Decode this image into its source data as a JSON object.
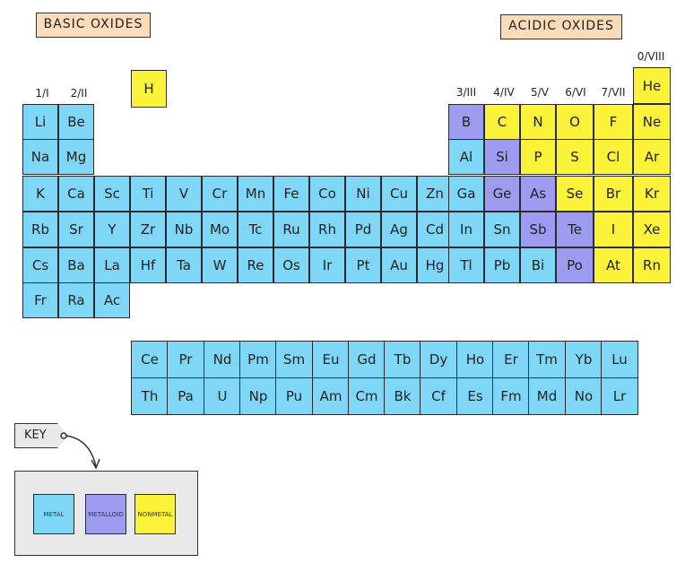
{
  "labels": {
    "basic": "BASIC OXIDES",
    "acidic": "ACIDIC OXIDES"
  },
  "groups": [
    "1/I",
    "2/II",
    "3/III",
    "4/IV",
    "5/V",
    "6/VI",
    "7/VII",
    "0/VIII"
  ],
  "main_table": [
    [
      {
        "s": "H",
        "t": "nonmetal"
      }
    ],
    [
      {
        "s": "Li",
        "t": "metal"
      },
      {
        "s": "Be",
        "t": "metal"
      },
      {
        "s": "B",
        "t": "metalloid"
      },
      {
        "s": "C",
        "t": "nonmetal"
      },
      {
        "s": "N",
        "t": "nonmetal"
      },
      {
        "s": "O",
        "t": "nonmetal"
      },
      {
        "s": "F",
        "t": "nonmetal"
      },
      {
        "s": "Ne",
        "t": "nonmetal"
      }
    ],
    [
      {
        "s": "Na",
        "t": "metal"
      },
      {
        "s": "Mg",
        "t": "metal"
      },
      {
        "s": "Al",
        "t": "metal"
      },
      {
        "s": "Si",
        "t": "metalloid"
      },
      {
        "s": "P",
        "t": "nonmetal"
      },
      {
        "s": "S",
        "t": "nonmetal"
      },
      {
        "s": "Cl",
        "t": "nonmetal"
      },
      {
        "s": "Ar",
        "t": "nonmetal"
      }
    ],
    [
      {
        "s": "K",
        "t": "metal"
      },
      {
        "s": "Ca",
        "t": "metal"
      },
      {
        "s": "Sc",
        "t": "metal"
      },
      {
        "s": "Ti",
        "t": "metal"
      },
      {
        "s": "V",
        "t": "metal"
      },
      {
        "s": "Cr",
        "t": "metal"
      },
      {
        "s": "Mn",
        "t": "metal"
      },
      {
        "s": "Fe",
        "t": "metal"
      },
      {
        "s": "Co",
        "t": "metal"
      },
      {
        "s": "Ni",
        "t": "metal"
      },
      {
        "s": "Cu",
        "t": "metal"
      },
      {
        "s": "Zn",
        "t": "metal"
      },
      {
        "s": "Ga",
        "t": "metal"
      },
      {
        "s": "Ge",
        "t": "metalloid"
      },
      {
        "s": "As",
        "t": "metalloid"
      },
      {
        "s": "Se",
        "t": "nonmetal"
      },
      {
        "s": "Br",
        "t": "nonmetal"
      },
      {
        "s": "Kr",
        "t": "nonmetal"
      }
    ],
    [
      {
        "s": "Rb",
        "t": "metal"
      },
      {
        "s": "Sr",
        "t": "metal"
      },
      {
        "s": "Y",
        "t": "metal"
      },
      {
        "s": "Zr",
        "t": "metal"
      },
      {
        "s": "Nb",
        "t": "metal"
      },
      {
        "s": "Mo",
        "t": "metal"
      },
      {
        "s": "Tc",
        "t": "metal"
      },
      {
        "s": "Ru",
        "t": "metal"
      },
      {
        "s": "Rh",
        "t": "metal"
      },
      {
        "s": "Pd",
        "t": "metal"
      },
      {
        "s": "Ag",
        "t": "metal"
      },
      {
        "s": "Cd",
        "t": "metal"
      },
      {
        "s": "In",
        "t": "metal"
      },
      {
        "s": "Sn",
        "t": "metal"
      },
      {
        "s": "Sb",
        "t": "metalloid"
      },
      {
        "s": "Te",
        "t": "metalloid"
      },
      {
        "s": "I",
        "t": "nonmetal"
      },
      {
        "s": "Xe",
        "t": "nonmetal"
      }
    ],
    [
      {
        "s": "Cs",
        "t": "metal"
      },
      {
        "s": "Ba",
        "t": "metal"
      },
      {
        "s": "La",
        "t": "metal"
      },
      {
        "s": "Hf",
        "t": "metal"
      },
      {
        "s": "Ta",
        "t": "metal"
      },
      {
        "s": "W",
        "t": "metal"
      },
      {
        "s": "Re",
        "t": "metal"
      },
      {
        "s": "Os",
        "t": "metal"
      },
      {
        "s": "Ir",
        "t": "metal"
      },
      {
        "s": "Pt",
        "t": "metal"
      },
      {
        "s": "Au",
        "t": "metal"
      },
      {
        "s": "Hg",
        "t": "metal"
      },
      {
        "s": "Tl",
        "t": "metal"
      },
      {
        "s": "Pb",
        "t": "metal"
      },
      {
        "s": "Bi",
        "t": "metal"
      },
      {
        "s": "Po",
        "t": "metalloid"
      },
      {
        "s": "At",
        "t": "nonmetal"
      },
      {
        "s": "Rn",
        "t": "nonmetal"
      }
    ],
    [
      {
        "s": "Fr",
        "t": "metal"
      },
      {
        "s": "Ra",
        "t": "metal"
      },
      {
        "s": "Ac",
        "t": "metal"
      }
    ]
  ],
  "lanthanides": [
    "Ce",
    "Pr",
    "Nd",
    "Pm",
    "Sm",
    "Eu",
    "Gd",
    "Tb",
    "Dy",
    "Ho",
    "Er",
    "Tm",
    "Yb",
    "Lu"
  ],
  "actinides": [
    "Th",
    "Pa",
    "U",
    "Np",
    "Pu",
    "Am",
    "Cm",
    "Bk",
    "Cf",
    "Es",
    "Fm",
    "Md",
    "No",
    "Lr"
  ],
  "key": {
    "tag": "KEY",
    "items": [
      {
        "label": "METAL",
        "t": "metal"
      },
      {
        "label": "METALLOID",
        "t": "metalloid"
      },
      {
        "label": "NONMETAL",
        "t": "nonmetal"
      }
    ]
  }
}
